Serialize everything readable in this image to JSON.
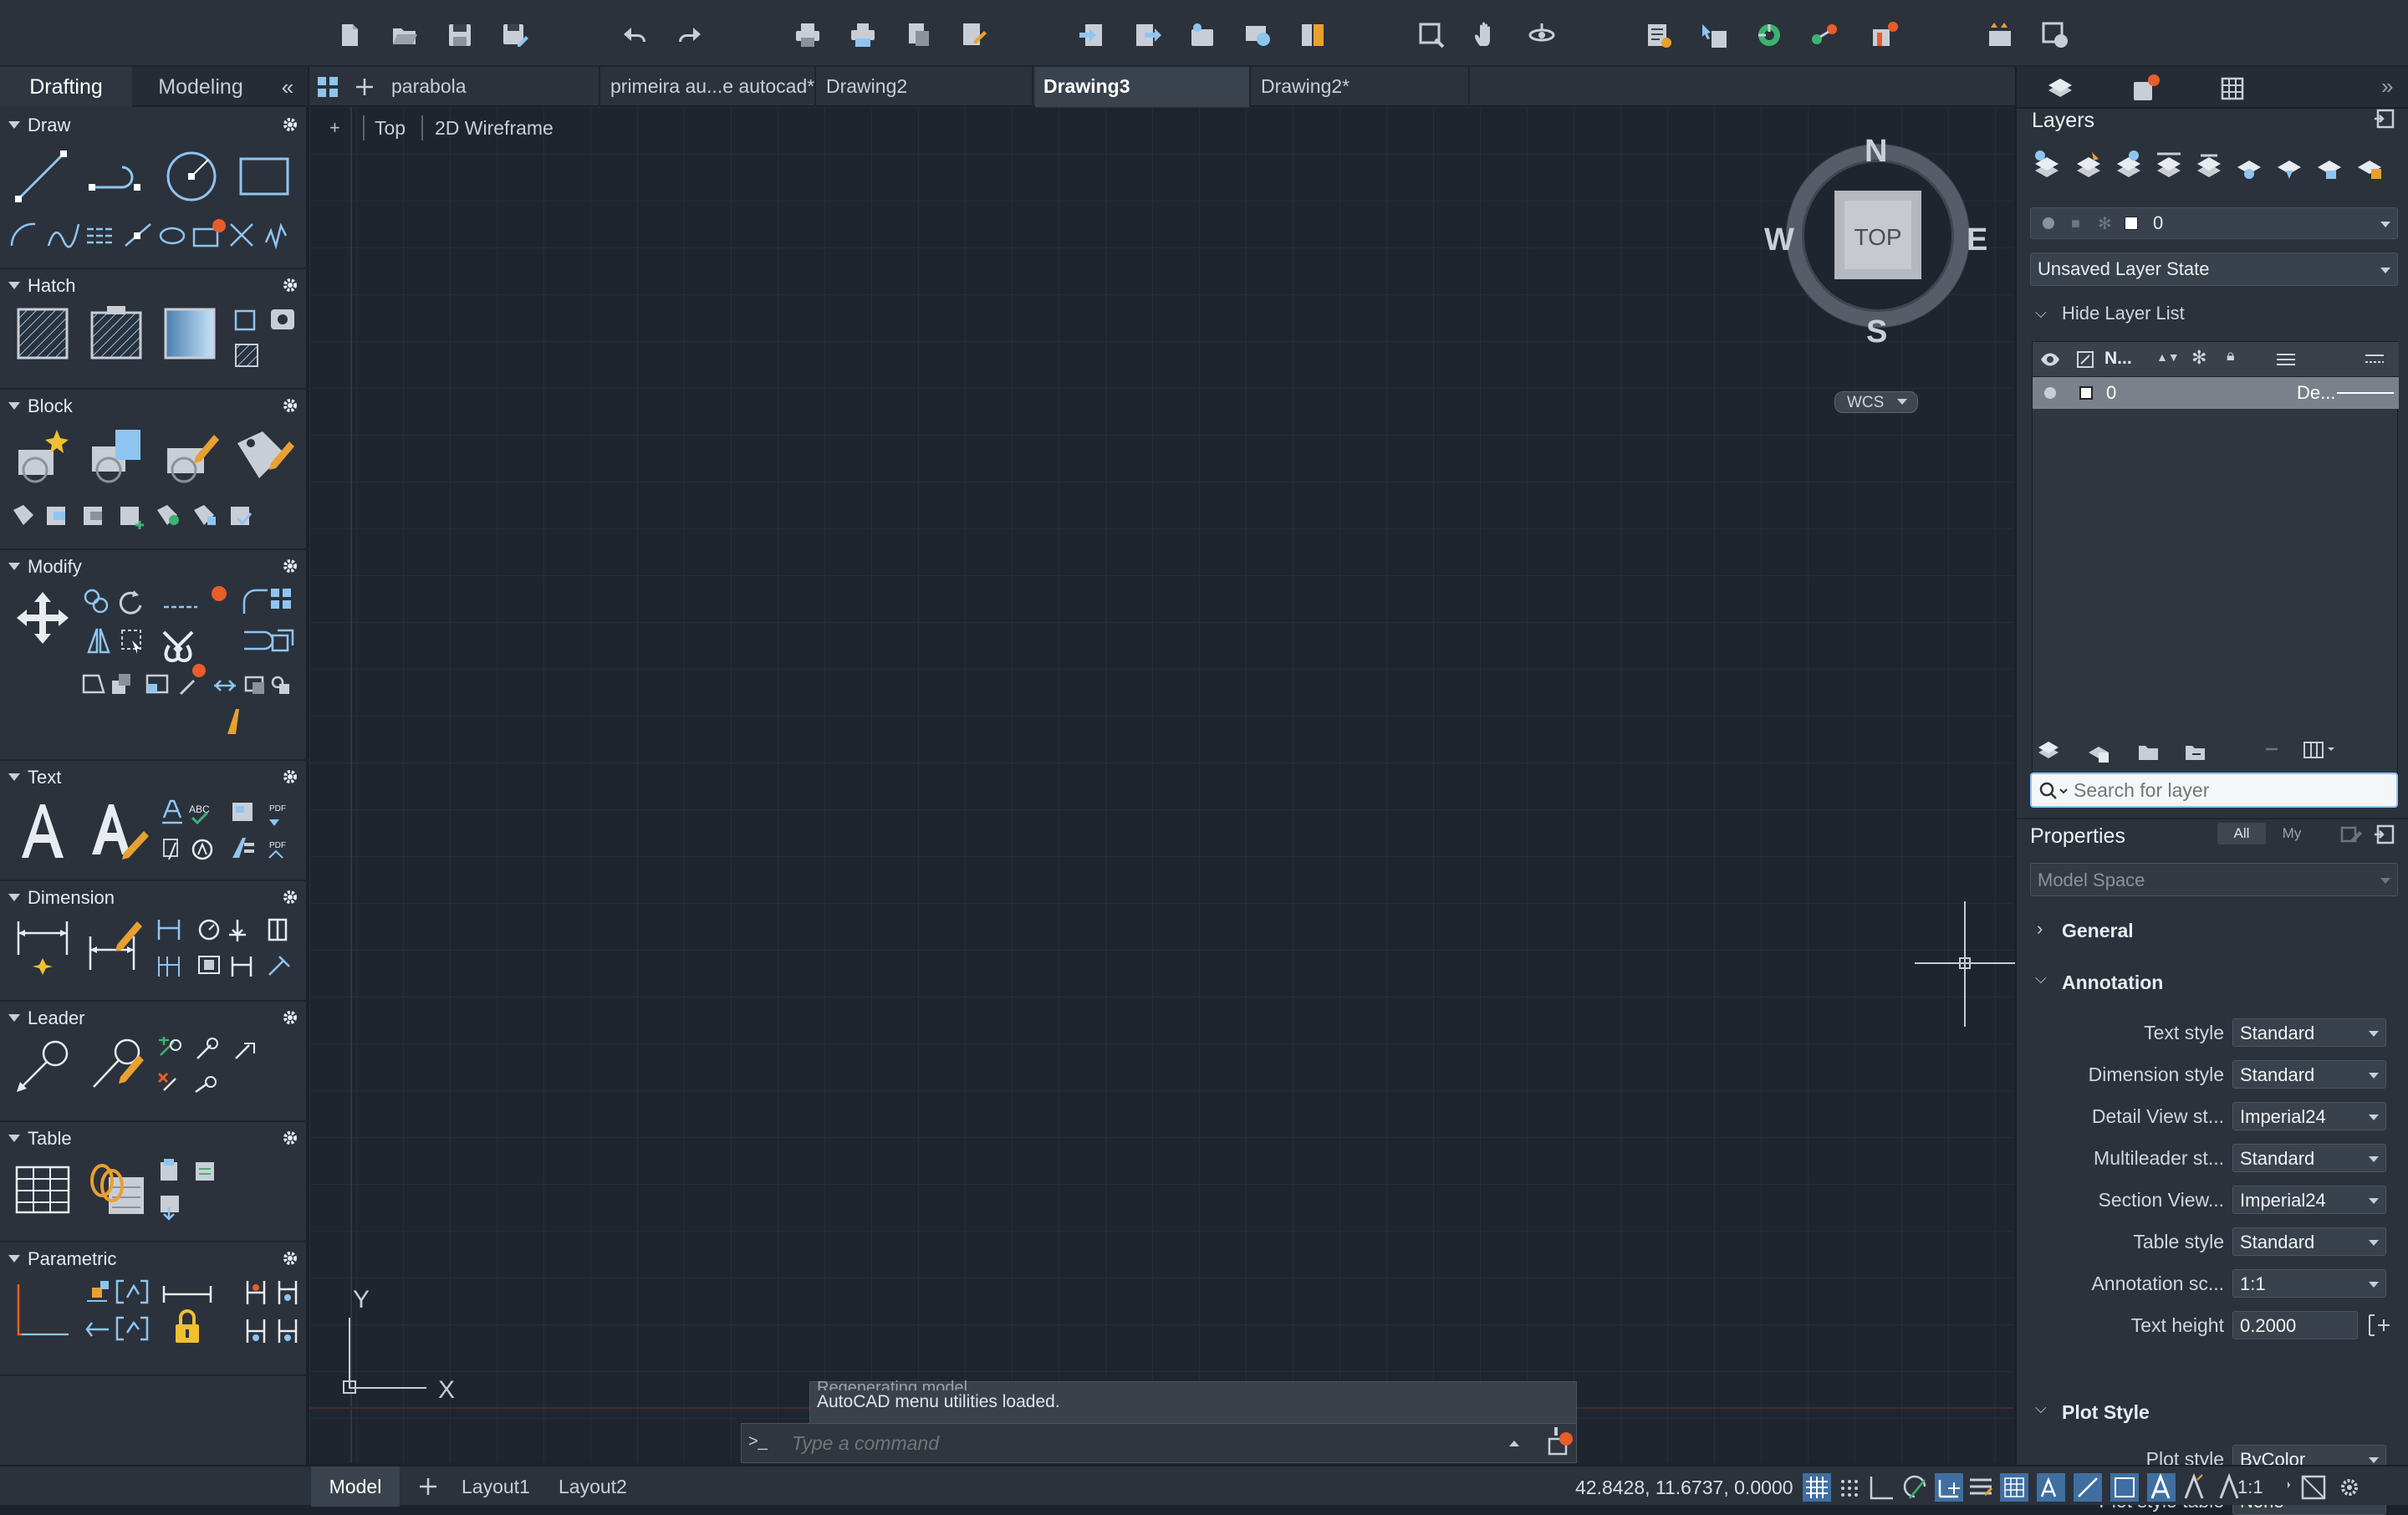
{
  "toolbar": {
    "icons": [
      "new-file-icon",
      "open-file-icon",
      "save-icon",
      "save-as-icon",
      "undo-icon",
      "redo-icon",
      "plot-icon",
      "batch-plot-icon",
      "page-setup-icon",
      "publish-icon",
      "import-icon",
      "export-icon",
      "share-icon",
      "web-icon",
      "sheet-set-icon",
      "zoom-window-icon",
      "pan-icon",
      "orbit-icon",
      "properties-icon",
      "match-properties-icon",
      "xref-icon",
      "attach-icon",
      "notification-icon",
      "design-center-icon",
      "tool-palette-icon"
    ]
  },
  "left_panel": {
    "tabs": [
      "Drafting",
      "Modeling"
    ],
    "active_tab": "Drafting",
    "collapse": "«",
    "sections": {
      "draw": "Draw",
      "hatch": "Hatch",
      "block": "Block",
      "modify": "Modify",
      "text": "Text",
      "dimension": "Dimension",
      "leader": "Leader",
      "table": "Table",
      "parametric": "Parametric"
    }
  },
  "doc_tabs": {
    "tabs": [
      "parabola",
      "primeira au...e autocad*",
      "Drawing2",
      "Drawing3",
      "Drawing2*"
    ],
    "active": "Drawing3"
  },
  "viewport": {
    "label_plus": "+",
    "view": "Top",
    "visual_style": "2D Wireframe",
    "viewcube": {
      "north": "N",
      "south": "S",
      "east": "E",
      "west": "W",
      "face": "TOP",
      "ucs": "WCS"
    },
    "ucs_x": "X",
    "ucs_y": "Y"
  },
  "command_line": {
    "history_faded": "Regenerating model.",
    "history": "AutoCAD menu utilities loaded.",
    "prompt": ">_",
    "placeholder": "Type a command"
  },
  "layers": {
    "title": "Layers",
    "current_layer": "0",
    "layer_state": "Unsaved Layer State",
    "hide_list": "Hide Layer List",
    "columns": [
      "N..."
    ],
    "rows": [
      {
        "name": "0",
        "linetype": "De..."
      }
    ],
    "search_placeholder": "Search for layer"
  },
  "properties": {
    "title": "Properties",
    "filter_all": "All",
    "filter_my": "My",
    "space": "Model Space",
    "groups": {
      "general": "General",
      "annotation": "Annotation",
      "plot_style": "Plot Style"
    },
    "annotation": [
      {
        "label": "Text style",
        "value": "Standard"
      },
      {
        "label": "Dimension style",
        "value": "Standard"
      },
      {
        "label": "Detail View st...",
        "value": "Imperial24"
      },
      {
        "label": "Multileader st...",
        "value": "Standard"
      },
      {
        "label": "Section View...",
        "value": "Imperial24"
      },
      {
        "label": "Table style",
        "value": "Standard"
      },
      {
        "label": "Annotation sc...",
        "value": "1:1"
      },
      {
        "label": "Text height",
        "value": "0.2000"
      }
    ],
    "plot": [
      {
        "label": "Plot style",
        "value": "ByColor"
      },
      {
        "label": "Plot style table",
        "value": "None"
      }
    ]
  },
  "status_bar": {
    "tabs": [
      "Model",
      "Layout1",
      "Layout2"
    ],
    "active": "Model",
    "coordinates": "42.8428, 11.6737, 0.0000",
    "scale": "1:1"
  },
  "colors": {
    "accent": "#e85d2a",
    "background": "#1f252e",
    "panel": "#2b323c",
    "icon": "#8ec5f0"
  }
}
